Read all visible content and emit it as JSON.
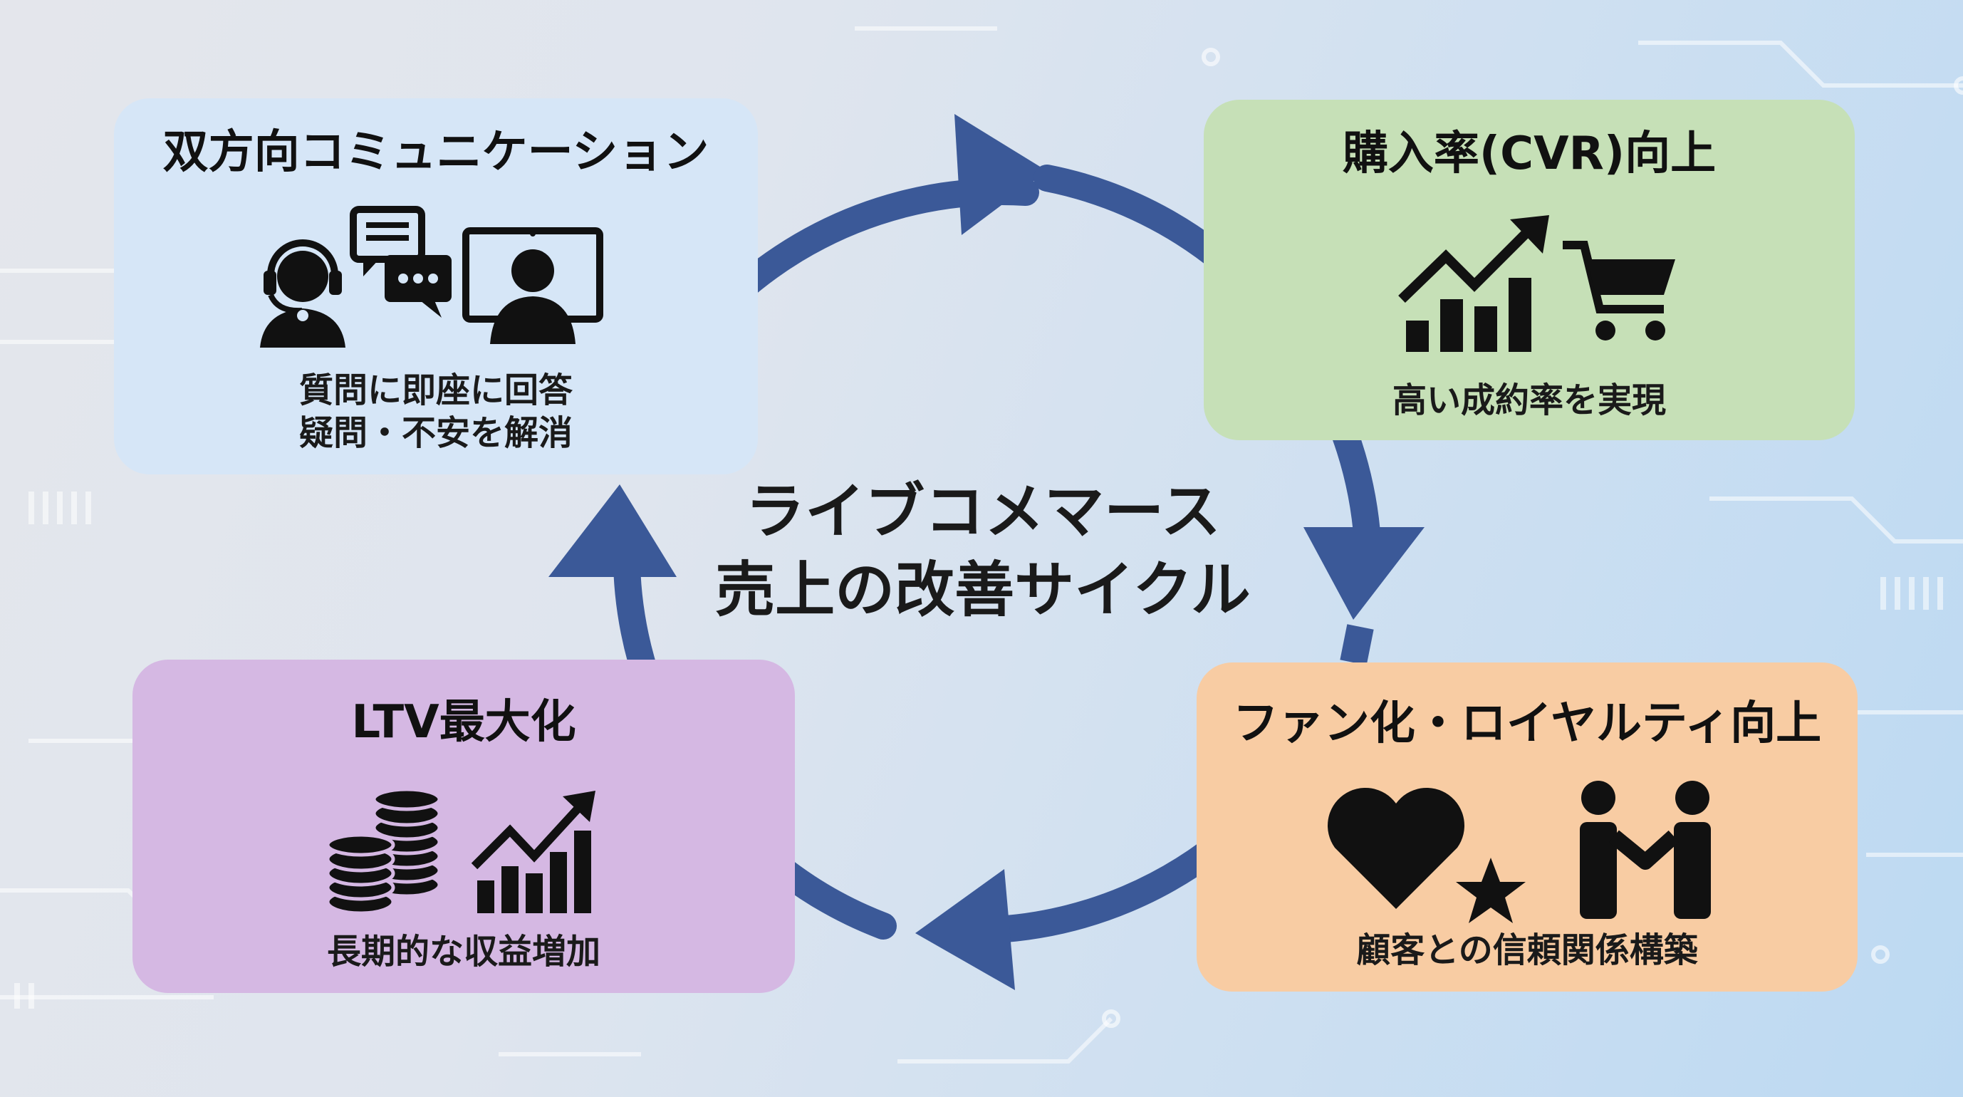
{
  "center": {
    "line1": "ライブコメマース",
    "line2": "売上の改善サイクル"
  },
  "cards": {
    "top_left": {
      "title": "双方向コミュニケーション",
      "sub1": "質問に即座に回答",
      "sub2": "疑問・不安を解消",
      "icons": [
        "headset-support-icon",
        "chat-bubbles-icon",
        "video-call-icon"
      ],
      "color": "#d6e6f7"
    },
    "top_right": {
      "title": "購入率(CVR)向上",
      "sub1": "高い成約率を実現",
      "icons": [
        "growth-chart-icon",
        "shopping-cart-icon"
      ],
      "color": "#c6e0b7"
    },
    "bottom_right": {
      "title": "ファン化・ロイヤルティ向上",
      "sub1": "顧客との信頼関係構築",
      "icons": [
        "heart-icon",
        "star-icon",
        "handshake-people-icon"
      ],
      "color": "#f8cca3"
    },
    "bottom_left": {
      "title": "LTV最大化",
      "sub1": "長期的な収益増加",
      "icons": [
        "coin-stacks-icon",
        "growth-chart-icon"
      ],
      "color": "#d5b8e3"
    }
  },
  "arrow_color": "#3b5998"
}
